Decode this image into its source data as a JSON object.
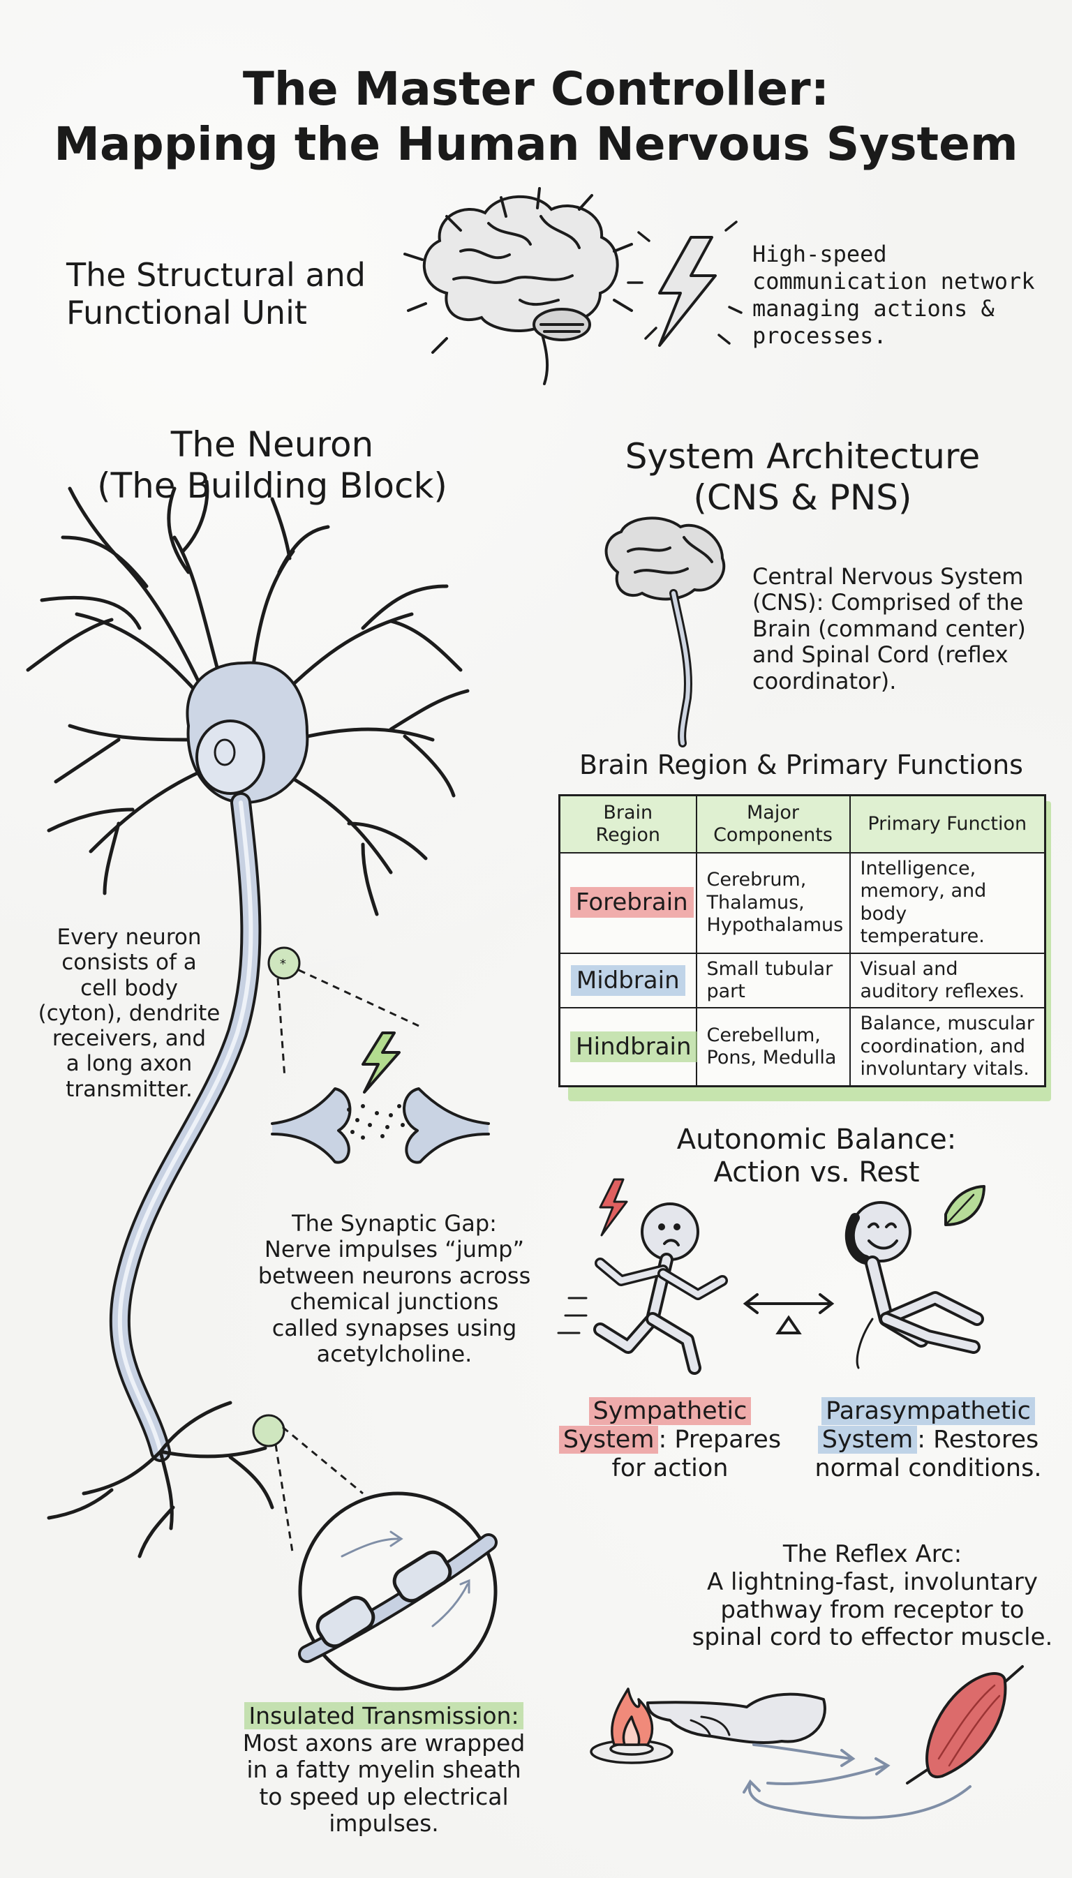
{
  "title": {
    "line1": "The Master Controller:",
    "line2": "Mapping the Human Nervous System"
  },
  "intro": {
    "label_line1": "The Structural and",
    "label_line2": "Functional Unit",
    "description_lines": [
      "High-speed",
      "communication network",
      "managing actions &",
      "processes."
    ],
    "icons": [
      "brain-icon",
      "lightning-bolt-icon"
    ]
  },
  "neuron": {
    "heading_line1": "The Neuron",
    "heading_line2": "(The Building Block)",
    "description_lines": [
      "Every neuron",
      "consists of a",
      "cell body",
      "(cyton), dendrite",
      "receivers, and",
      "a long axon",
      "transmitter."
    ],
    "synapse_lines": [
      "The Synaptic Gap:",
      "Nerve impulses “jump”",
      "between neurons across",
      "chemical junctions",
      "called synapses using",
      "acetylcholine."
    ],
    "myelin_heading": "Insulated Transmission:",
    "myelin_lines": [
      "Most axons are wrapped",
      "in a fatty myelin sheath",
      "to speed up electrical",
      "impulses."
    ]
  },
  "architecture": {
    "heading_line1": "System Architecture",
    "heading_line2": "(CNS & PNS)",
    "cns_lines": [
      "Central Nervous System",
      "(CNS): Comprised of the",
      "Brain (command center)",
      "and Spinal Cord (reflex",
      "coordinator)."
    ]
  },
  "brain_table": {
    "title": "Brain Region & Primary Functions",
    "headers": [
      "Brain Region",
      "Major Components",
      "Primary Function"
    ],
    "rows": [
      {
        "region": "Forebrain",
        "components": "Cerebrum, Thalamus, Hypothalamus",
        "function": "Intelligence, memory, and body temperature.",
        "color": "#e77b7b"
      },
      {
        "region": "Midbrain",
        "components": "Small tubular part",
        "function": "Visual and auditory reflexes.",
        "color": "#a9c4e0"
      },
      {
        "region": "Hindbrain",
        "components": "Cerebellum, Pons, Medulla",
        "function": "Balance, muscular coordination, and involuntary vitals.",
        "color": "#b6dc98"
      }
    ]
  },
  "autonomic": {
    "heading_line1": "Autonomic Balance:",
    "heading_line2": "Action vs. Rest",
    "sympathetic_term": "Sympathetic",
    "sympathetic_term2": "System",
    "sympathetic_rest1": ": Prepares",
    "sympathetic_rest2": "for action",
    "parasympathetic_term": "Parasympathetic",
    "parasympathetic_term2": "System",
    "parasympathetic_rest1": ": Restores",
    "parasympathetic_rest2": "normal conditions."
  },
  "reflex": {
    "heading": "The Reflex Arc:",
    "lines": [
      "A lightning-fast, involuntary",
      "pathway from receptor to",
      "spinal cord to effector muscle."
    ]
  },
  "colors": {
    "red_highlight": "#e77b7b",
    "blue_highlight": "#a9c4e0",
    "green_highlight": "#b6dc98",
    "ink": "#1c1c1c",
    "neuron_fill": "#c9d3e3"
  }
}
